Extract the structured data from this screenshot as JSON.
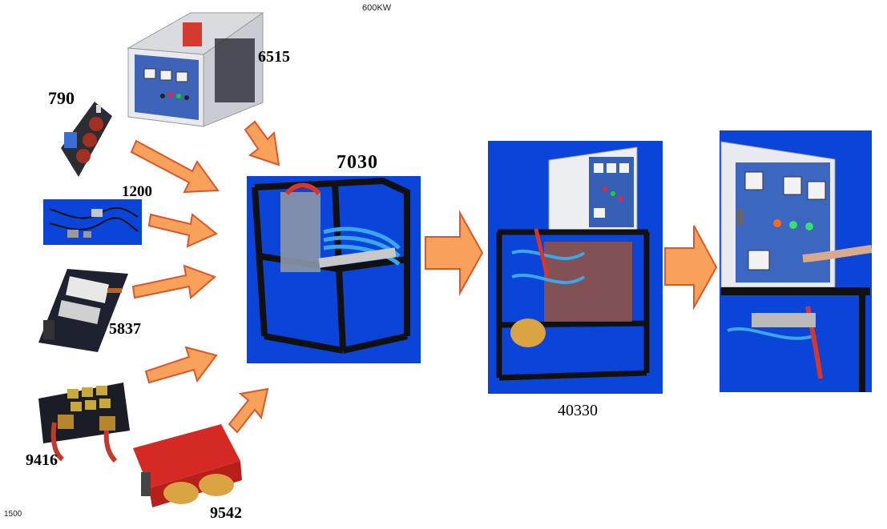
{
  "header_label": "600KW",
  "footer_label": "1500",
  "components": [
    {
      "id": "6515",
      "label": "6515"
    },
    {
      "id": "790",
      "label": "790"
    },
    {
      "id": "1200",
      "label": "1200"
    },
    {
      "id": "5837",
      "label": "5837"
    },
    {
      "id": "9416",
      "label": "9416"
    },
    {
      "id": "9542",
      "label": "9542"
    }
  ],
  "frame": {
    "label": "7030"
  },
  "assembled": {
    "label": "40330"
  },
  "colors": {
    "blue_bg": "#0a44d8",
    "arrow_fill": "#f7a15a",
    "arrow_stroke": "#d9572a",
    "frame_black": "#111111",
    "copper": "#c0392b"
  }
}
